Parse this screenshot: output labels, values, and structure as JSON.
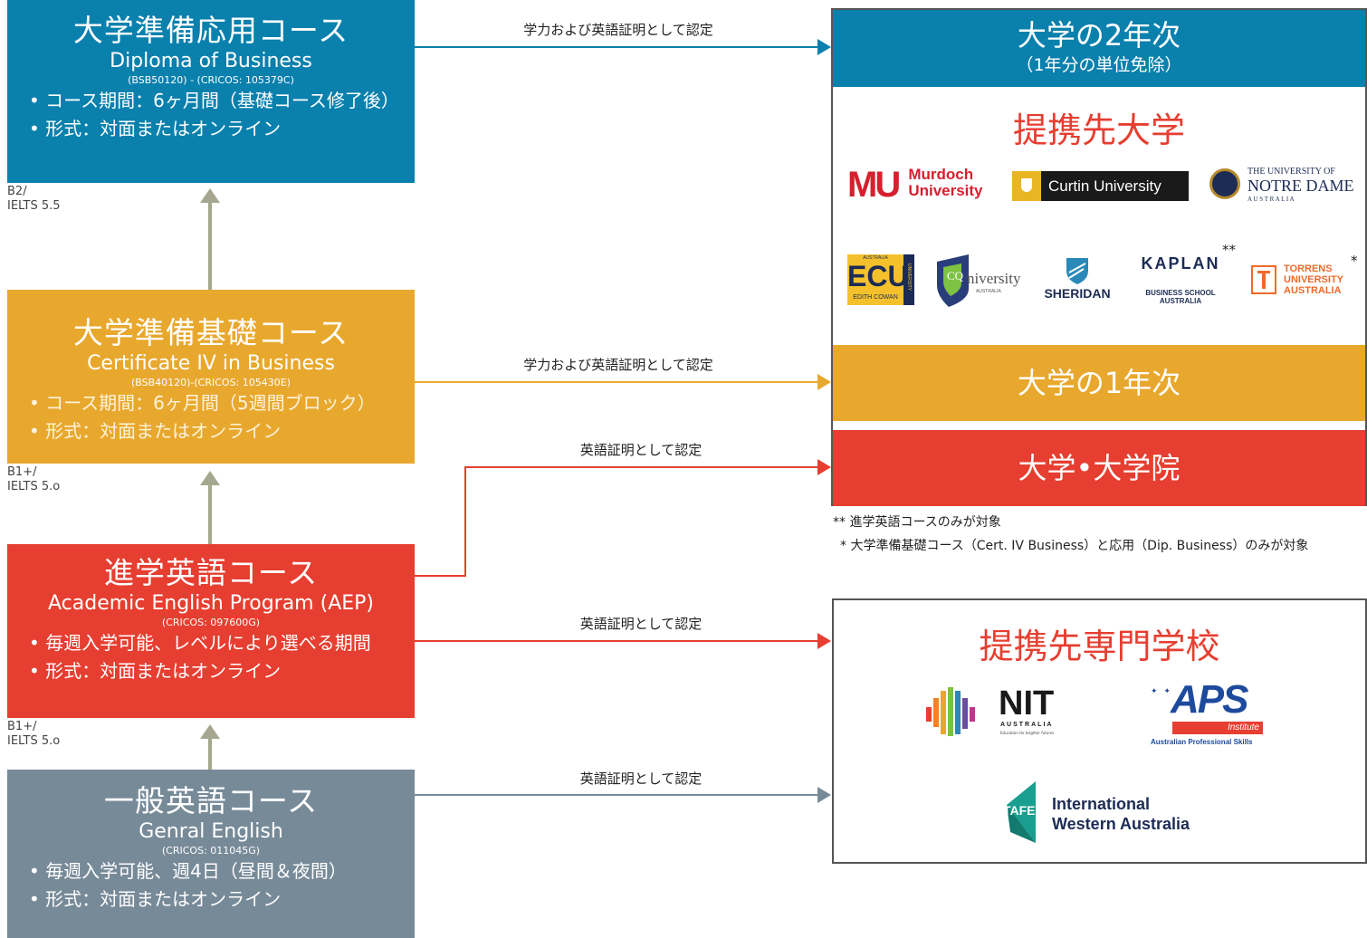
{
  "courses": {
    "diploma": {
      "title": "大学準備応用コース",
      "english": "Diploma of Business",
      "code": "(BSB50120) - (CRICOS: 105379C)",
      "bullets": [
        "• コース期間：6ヶ月間（基礎コース修了後）",
        "• 形式：対面またはオンライン"
      ],
      "level": [
        "B2/",
        "IELTS 5.5"
      ]
    },
    "cert": {
      "title": "大学準備基礎コース",
      "english": "Certificate IV in Business",
      "code": "(BSB40120)-(CRICOS: 105430E)",
      "bullets": [
        "• コース期間：6ヶ月間（5週間ブロック）",
        "• 形式：対面またはオンライン"
      ],
      "level": [
        "B1+/",
        "IELTS 5.o"
      ]
    },
    "aep": {
      "title": "進学英語コース",
      "english": "Academic English Program (AEP)",
      "code": "(CRICOS: 097600G)",
      "bullets": [
        "• 毎週入学可能、レベルにより選べる期間",
        "• 形式：対面またはオンライン"
      ],
      "level": [
        "B1+/",
        "IELTS 5.o"
      ]
    },
    "general": {
      "title": "一般英語コース",
      "english": "Genral English",
      "code": "(CRICOS: 011045G)",
      "bullets": [
        "• 毎週入学可能、週4日（昼間＆夜間）",
        "• 形式：対面またはオンライン"
      ]
    }
  },
  "arrow_labels": {
    "diploma": "学力および英語証明として認定",
    "cert": "学力および英語証明として認定",
    "aep_upper": "英語証明として認定",
    "aep_lower": "英語証明として認定",
    "general": "英語証明として認定"
  },
  "university_panel": {
    "year2_title": "大学の2年次",
    "year2_sub": "（1年分の単位免除）",
    "partners_title": "提携先大学",
    "year1_title": "大学の1年次",
    "grad_title": "大学•大学院"
  },
  "university_logos": {
    "murdoch": {
      "mark": "MU",
      "line1": "Murdoch",
      "line2": "University"
    },
    "curtin": "Curtin University",
    "notre_dame": {
      "line1": "THE UNIVERSITY OF",
      "line2": "NOTRE DAME",
      "line3": "A U S T R A L I A"
    },
    "ecu": {
      "top": "AUSTRALIA",
      "mark": "ECU",
      "sub": "EDITH COWAN",
      "side": "UNIVERSITY"
    },
    "cqu": {
      "mark": "CQ",
      "name": "niversity",
      "sub": "AUSTRALIA"
    },
    "sheridan": "SHERIDAN",
    "kaplan": {
      "name": "KAPLAN",
      "mark": "**",
      "sub1": "BUSINESS SCHOOL",
      "sub2": "AUSTRALIA"
    },
    "torrens": {
      "line1": "TORRENS",
      "line2": "UNIVERSITY",
      "line3": "AUSTRALIA",
      "mark": "*"
    }
  },
  "notes": [
    "** 進学英語コースのみが対象",
    "* 大学準備基礎コース（Cert. IV Business）と応用（Dip. Business）のみが対象"
  ],
  "college_panel": {
    "title": "提携先専門学校"
  },
  "college_logos": {
    "nit": {
      "name": "NIT",
      "sub": "AUSTRALIA",
      "tag": "Education for brighter futures"
    },
    "aps": {
      "name": "APS",
      "badge": "Institute",
      "sub": "Australian Professional Skills"
    },
    "tafe": {
      "mark": "TAFE",
      "line1": "International",
      "line2": "Western Australia"
    }
  },
  "colors": {
    "blue": "#0a80ad",
    "yellow": "#e8a82e",
    "red": "#e63e30",
    "grey": "#778a98",
    "arrow_up": "#a5a88e"
  }
}
